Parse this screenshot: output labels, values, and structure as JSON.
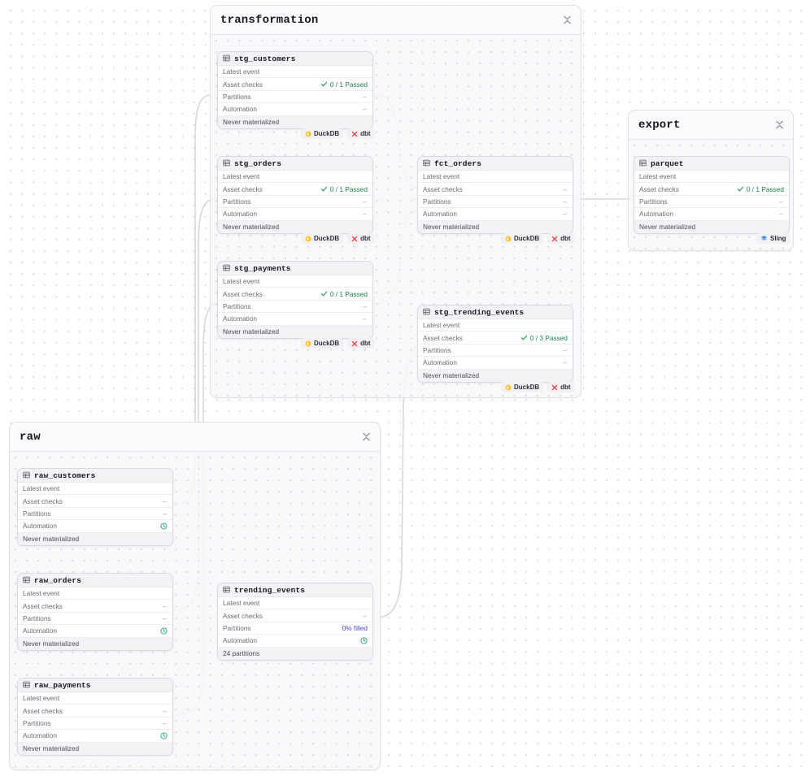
{
  "app": {
    "view": "asset-lineage-graph",
    "background": "#ffffff",
    "accents": {
      "pass_green": "#1a7f4b",
      "partition_blue": "#4f46c9",
      "duckdb_yellow": "#fbbf24",
      "dbt_red": "#ef4444",
      "sling_blue": "#3b82f6",
      "automation_green": "#22a06b"
    }
  },
  "labels": {
    "latest_event": "Latest event",
    "asset_checks": "Asset checks",
    "partitions": "Partitions",
    "automation": "Automation",
    "dash": "–"
  },
  "groups": [
    {
      "id": "transformation",
      "title": "transformation",
      "collapse_icon": "collapse-icon"
    },
    {
      "id": "export",
      "title": "export",
      "collapse_icon": "collapse-icon"
    },
    {
      "id": "raw",
      "title": "raw",
      "collapse_icon": "collapse-icon"
    }
  ],
  "nodes": [
    {
      "id": "stg_customers",
      "title": "stg_customers",
      "group": "transformation",
      "latest_event": "",
      "asset_checks": "0 / 1 Passed",
      "asset_checks_state": "passed",
      "partitions": "–",
      "partitions_state": "dash",
      "automation": "–",
      "automation_state": "dash",
      "footer": "Never materialized",
      "badges": [
        "DuckDB",
        "dbt"
      ]
    },
    {
      "id": "stg_orders",
      "title": "stg_orders",
      "group": "transformation",
      "latest_event": "",
      "asset_checks": "0 / 1 Passed",
      "asset_checks_state": "passed",
      "partitions": "–",
      "partitions_state": "dash",
      "automation": "–",
      "automation_state": "dash",
      "footer": "Never materialized",
      "badges": [
        "DuckDB",
        "dbt"
      ]
    },
    {
      "id": "stg_payments",
      "title": "stg_payments",
      "group": "transformation",
      "latest_event": "",
      "asset_checks": "0 / 1 Passed",
      "asset_checks_state": "passed",
      "partitions": "–",
      "partitions_state": "dash",
      "automation": "–",
      "automation_state": "dash",
      "footer": "Never materialized",
      "badges": [
        "DuckDB",
        "dbt"
      ]
    },
    {
      "id": "fct_orders",
      "title": "fct_orders",
      "group": "transformation",
      "latest_event": "",
      "asset_checks": "–",
      "asset_checks_state": "dash",
      "partitions": "–",
      "partitions_state": "dash",
      "automation": "–",
      "automation_state": "dash",
      "footer": "Never materialized",
      "badges": [
        "DuckDB",
        "dbt"
      ]
    },
    {
      "id": "stg_trending_events",
      "title": "stg_trending_events",
      "group": "transformation",
      "latest_event": "",
      "asset_checks": "0 / 3 Passed",
      "asset_checks_state": "passed",
      "partitions": "–",
      "partitions_state": "dash",
      "automation": "–",
      "automation_state": "dash",
      "footer": "Never materialized",
      "badges": [
        "DuckDB",
        "dbt"
      ]
    },
    {
      "id": "parquet",
      "title": "parquet",
      "group": "export",
      "latest_event": "",
      "asset_checks": "0 / 1 Passed",
      "asset_checks_state": "passed",
      "partitions": "–",
      "partitions_state": "dash",
      "automation": "–",
      "automation_state": "dash",
      "footer": "Never materialized",
      "badges": [
        "Sling"
      ]
    },
    {
      "id": "raw_customers",
      "title": "raw_customers",
      "group": "raw",
      "latest_event": "",
      "asset_checks": "–",
      "asset_checks_state": "dash",
      "partitions": "–",
      "partitions_state": "dash",
      "automation": "",
      "automation_state": "clock",
      "footer": "Never materialized",
      "badges": []
    },
    {
      "id": "raw_orders",
      "title": "raw_orders",
      "group": "raw",
      "latest_event": "",
      "asset_checks": "–",
      "asset_checks_state": "dash",
      "partitions": "–",
      "partitions_state": "dash",
      "automation": "",
      "automation_state": "clock",
      "footer": "Never materialized",
      "badges": []
    },
    {
      "id": "raw_payments",
      "title": "raw_payments",
      "group": "raw",
      "latest_event": "",
      "asset_checks": "–",
      "asset_checks_state": "dash",
      "partitions": "–",
      "partitions_state": "dash",
      "automation": "",
      "automation_state": "clock",
      "footer": "Never materialized",
      "badges": []
    },
    {
      "id": "trending_events",
      "title": "trending_events",
      "group": "none",
      "latest_event": "",
      "asset_checks": "–",
      "asset_checks_state": "dash",
      "partitions": "0% filled",
      "partitions_state": "filled",
      "automation": "",
      "automation_state": "clock",
      "footer": "24 partitions",
      "badges": []
    }
  ],
  "badge_defs": {
    "DuckDB": {
      "label": "DuckDB",
      "icon": "duckdb-icon"
    },
    "dbt": {
      "label": "dbt",
      "icon": "dbt-icon"
    },
    "Sling": {
      "label": "Sling",
      "icon": "sling-icon"
    }
  }
}
